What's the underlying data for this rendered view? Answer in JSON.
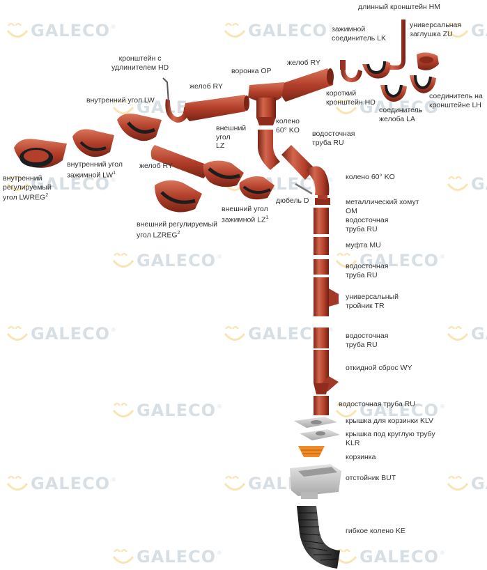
{
  "brand": "GALECO",
  "colors": {
    "pipe": "#b23f2a",
    "pipe_dark": "#7a2416",
    "pipe_light": "#d2664d",
    "gasket": "#1d1d1d",
    "cover_grey": "#c9c9c9",
    "basket_orange": "#f08a24",
    "flex_black": "#2c2c2c",
    "watermark_blue": "#8fa6b4",
    "watermark_yellow": "#f0b429"
  },
  "labels": {
    "hm": "длинный кронштейн HM",
    "lk": [
      "зажимной",
      "соединитель LK"
    ],
    "zu": [
      "универсальная",
      "заглушка ZU"
    ],
    "hd_ext": [
      "кронштейн с",
      "удлинителем HD"
    ],
    "op": "воронка OP",
    "ry_top_mid": "желоб RY",
    "ry_top_left": "желоб RY",
    "lw": "внутренний угол LW",
    "hd_short": [
      "короткий",
      "кронштейн HD"
    ],
    "lh": [
      "соединитель на",
      "кронштейне LH"
    ],
    "la": [
      "соединитель",
      "желоба LA"
    ],
    "ko_top": [
      "колено",
      "60° KO"
    ],
    "lz": [
      "внешний",
      "угол",
      "LZ"
    ],
    "ru_1": [
      "водосточная",
      "труба RU"
    ],
    "lwreg": [
      "внутренний",
      "регулируемый",
      "угол LWREG"
    ],
    "lwreg_sup": "2",
    "lw_clamp": [
      "внутренний угол",
      "зажимной LW"
    ],
    "lw_clamp_sup": "1",
    "ry_bottom": "желоб RY",
    "ko_2": "колено 60° KO",
    "dowel": "дюбель D",
    "lz_clamp": [
      "внешний угол",
      "зажимной LZ"
    ],
    "lz_clamp_sup": "1",
    "lzreg": [
      "внешний регулируемый",
      "угол LZREG"
    ],
    "lzreg_sup": "2",
    "om": [
      "металлический хомут",
      "OM"
    ],
    "ru_2": [
      "водосточная",
      "труба RU"
    ],
    "mu": "муфта MU",
    "ru_3": [
      "водосточная",
      "труба RU"
    ],
    "tr": [
      "универсальный",
      "тройник TR"
    ],
    "ru_4": [
      "водосточная",
      "труба RU"
    ],
    "wy": "откидной сброс WY",
    "ru_5": "водосточная труба RU",
    "klv": "крышка для корзинки KLV",
    "klr": [
      "крышка под круглую трубу",
      "KLR"
    ],
    "basket": "корзинка",
    "but": "отстойник BUT",
    "ke": "гибкое колено KE"
  }
}
